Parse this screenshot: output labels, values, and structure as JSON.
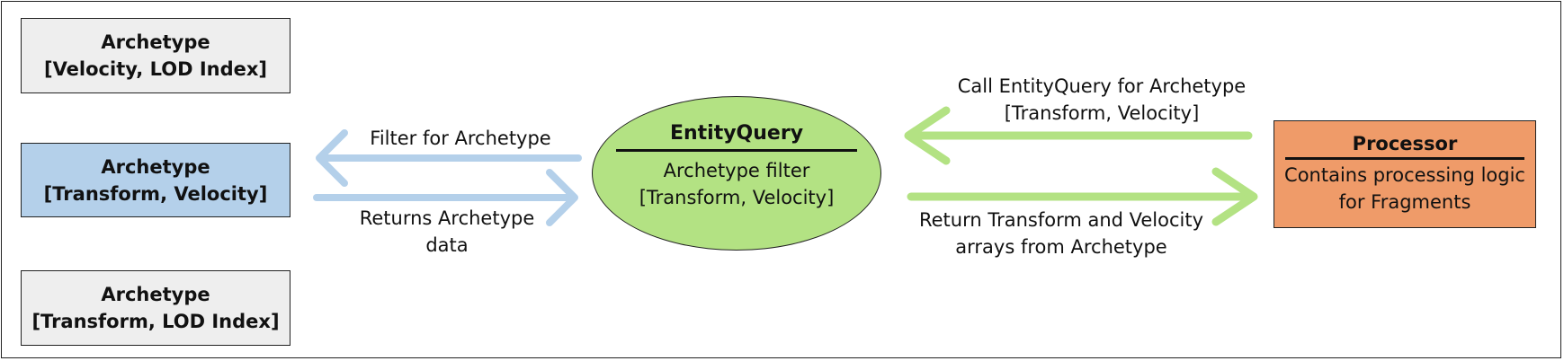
{
  "archetypes": [
    {
      "title": "Archetype",
      "components": "[Velocity, LOD Index]",
      "highlighted": false
    },
    {
      "title": "Archetype",
      "components": "[Transform, Velocity]",
      "highlighted": true
    },
    {
      "title": "Archetype",
      "components": "[Transform, LOD Index]",
      "highlighted": false
    }
  ],
  "entity_query": {
    "title": "EntityQuery",
    "subtitle_line1": "Archetype filter",
    "subtitle_line2": "[Transform, Velocity]"
  },
  "processor": {
    "title": "Processor",
    "subtitle_line1": "Contains processing logic",
    "subtitle_line2": "for Fragments"
  },
  "edges": {
    "filter": "Filter for Archetype",
    "returns_line1": "Returns Archetype",
    "returns_line2": "data",
    "call_line1": "Call EntityQuery for Archetype",
    "call_line2": "[Transform, Velocity]",
    "return_line1": "Return Transform and Velocity",
    "return_line2": "arrays from Archetype"
  },
  "colors": {
    "gray_box": "#eeeeee",
    "blue_box": "#b4d0ea",
    "blue_arrow": "#b4d0ea",
    "green_ellipse": "#b3e283",
    "green_arrow": "#b3e283",
    "orange_box": "#ef9b69"
  }
}
